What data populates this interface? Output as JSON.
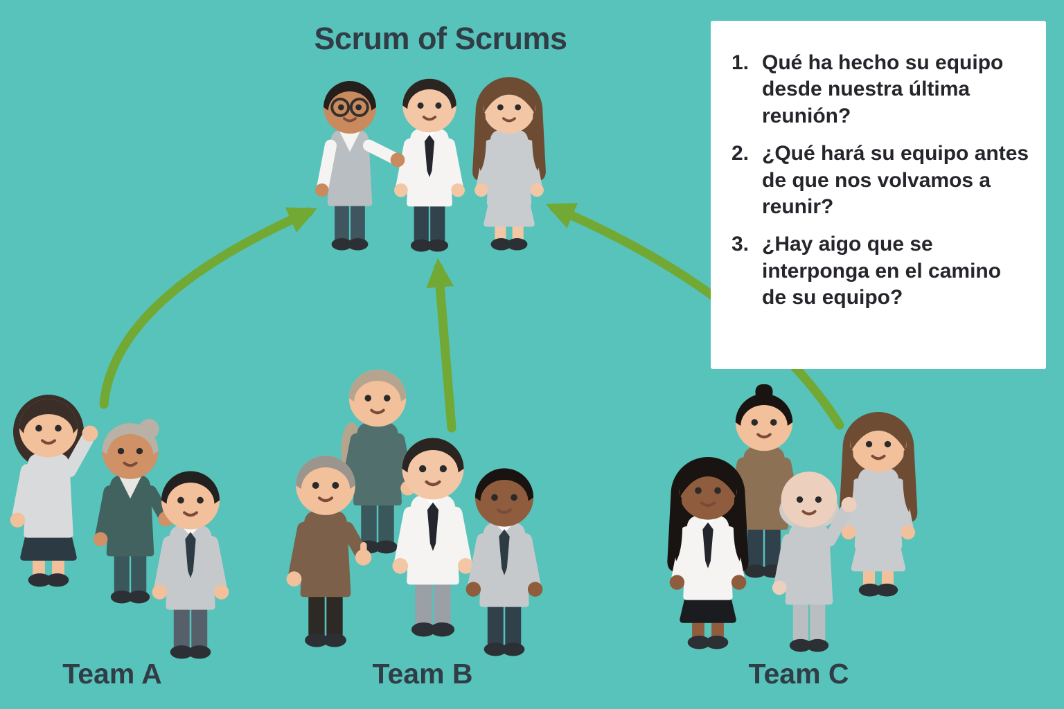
{
  "title": "Scrum of Scrums",
  "questions": {
    "items": [
      {
        "number": "1.",
        "text": "Qué ha hecho su equipo desde nuestra última reunión?"
      },
      {
        "number": "2.",
        "text": "¿Qué hará su equipo antes de que nos volvamos a reunir?"
      },
      {
        "number": "3.",
        "text": "¿Hay aigo que se interponga en el camino de su equipo?"
      }
    ]
  },
  "teams": [
    {
      "label": "Team A"
    },
    {
      "label": "Team B"
    },
    {
      "label": "Team C"
    }
  ],
  "colors": {
    "background": "#57c3ba",
    "arrow": "#72a834",
    "panel": "#ffffff",
    "text_dark": "#313d46"
  }
}
